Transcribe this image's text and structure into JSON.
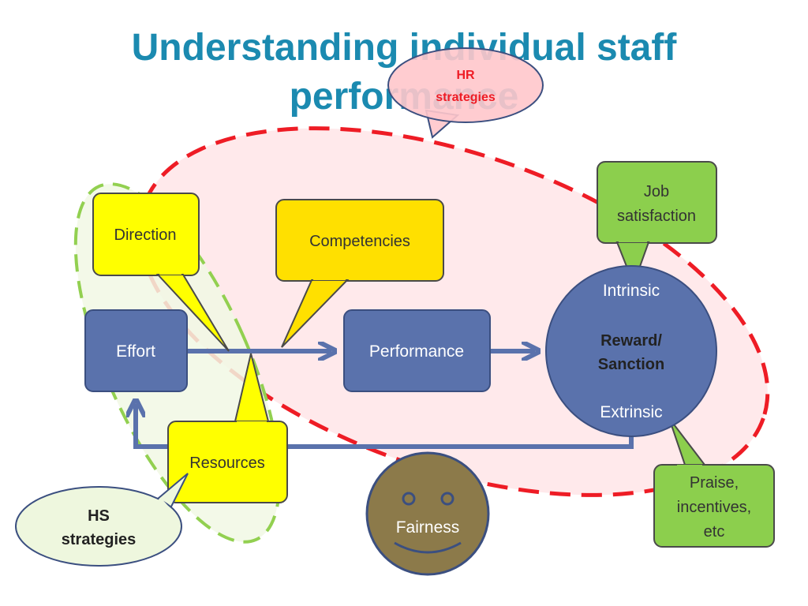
{
  "title": {
    "line1": "Understanding individual staff",
    "line2": "performance"
  },
  "callouts": {
    "hr_strategies": [
      "HR",
      "strategies"
    ],
    "hs_strategies": [
      "HS",
      "strategies"
    ]
  },
  "boxes": {
    "direction": "Direction",
    "competencies": "Competencies",
    "effort": "Effort",
    "performance": "Performance",
    "resources": "Resources",
    "job_satisfaction": [
      "Job",
      "satisfaction"
    ],
    "praise": [
      "Praise,",
      "incentives,",
      "etc"
    ]
  },
  "reward_circle": {
    "intrinsic": "Intrinsic",
    "reward": "Reward/",
    "sanction": "Sanction",
    "extrinsic": "Extrinsic"
  },
  "fairness": "Fairness",
  "colors": {
    "title": "#1b8ab0",
    "yellow_box": "#ffff00",
    "gold_box": "#ffe000",
    "blue_box": "#5a72ac",
    "green_box": "#8ccf4d",
    "red_dash": "#ee1c25",
    "green_dash": "#92d050",
    "fairness_face": "#8c7a4a"
  }
}
